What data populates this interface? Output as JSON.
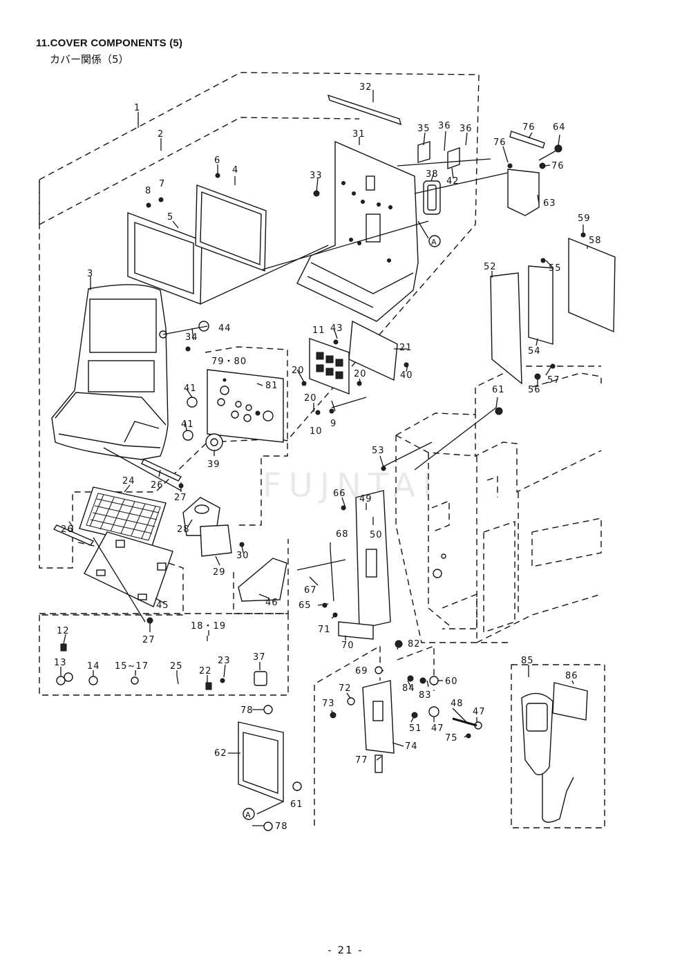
{
  "header": {
    "title": "11.COVER COMPONENTS (5)",
    "subtitle": "カバー関係（5）"
  },
  "watermark": "FUJNTAI",
  "footer": {
    "page": "- 21 -"
  },
  "part_labels": [
    "1",
    "2",
    "3",
    "4",
    "5",
    "6",
    "7",
    "8",
    "9",
    "10",
    "11",
    "12",
    "13",
    "14",
    "15~17",
    "18・19",
    "20",
    "21",
    "22",
    "23",
    "24",
    "25",
    "26",
    "27",
    "28",
    "29",
    "30",
    "31",
    "32",
    "33",
    "34",
    "35",
    "36",
    "37",
    "38",
    "39",
    "40",
    "41",
    "42",
    "43",
    "44",
    "45",
    "46",
    "47",
    "48",
    "49",
    "50",
    "51",
    "52",
    "53",
    "54",
    "55",
    "56",
    "57",
    "58",
    "59",
    "60",
    "61",
    "62",
    "63",
    "64",
    "65",
    "66",
    "67",
    "68",
    "69",
    "70",
    "71",
    "72",
    "73",
    "74",
    "75",
    "76",
    "77",
    "78",
    "79・80",
    "81",
    "82",
    "83",
    "84",
    "85",
    "86",
    "A"
  ]
}
